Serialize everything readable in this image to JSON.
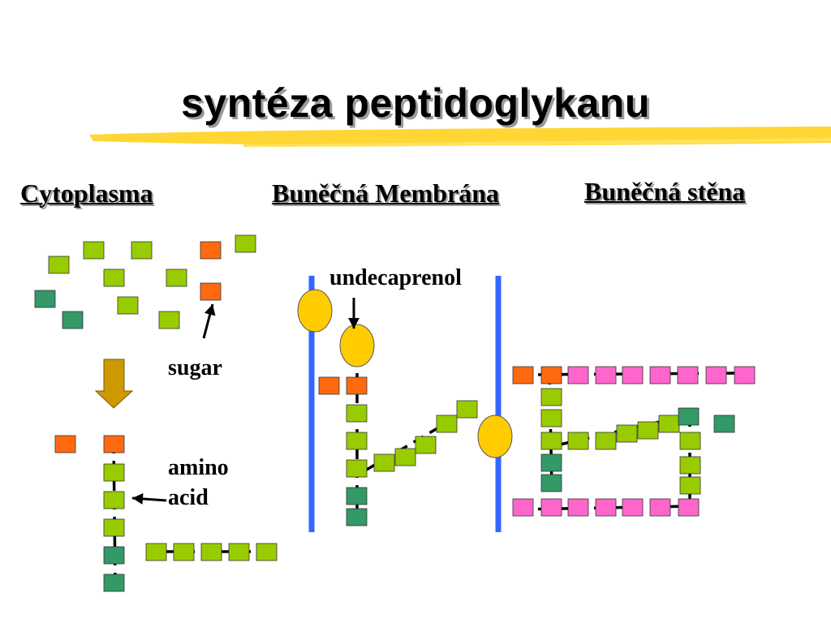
{
  "slide": {
    "title": "syntéza peptidoglykanu",
    "sections": {
      "cytoplasm": "Cytoplasma",
      "membrane": "Buněčná Membrána",
      "cell_wall": "Buněčná stěna"
    },
    "labels": {
      "sugar": "sugar",
      "amino_line1": "amino",
      "amino_line2": "acid",
      "undecaprenol": "undecaprenol"
    }
  },
  "colors": {
    "orange_sugar": "#ff6a10",
    "light_green_amino": "#99cc00",
    "dark_green_amino": "#339966",
    "pink_sugar": "#ff66cc",
    "membrane_blue": "#3366ff",
    "lipid_yellow": "#ffcc00",
    "arrow_down_fill": "#cc9900",
    "title_underline": "#ffd21e"
  }
}
